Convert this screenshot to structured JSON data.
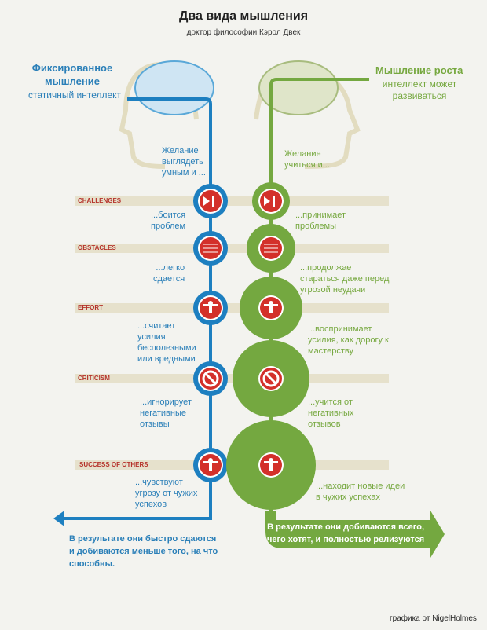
{
  "header": {
    "title": "Два вида мышления",
    "subtitle": "доктор философии Кэрол Двек"
  },
  "fixed": {
    "title_line1": "Фиксированное",
    "title_line2": "мышление",
    "desc": "статичный интеллект",
    "intro": [
      "Желание",
      "выглядеть",
      "умным и ..."
    ],
    "responses": [
      [
        "...боится",
        "проблем"
      ],
      [
        "...легко",
        "сдается"
      ],
      [
        "...считает",
        "усилия",
        "бесполезными",
        "или вредными"
      ],
      [
        "...игнорирует",
        "негативные",
        "отзывы"
      ],
      [
        "...чувствуют",
        "угрозу от чужих",
        "успехов"
      ]
    ],
    "result": [
      "В результате они быстро сдаются",
      "и добиваются меньше того, на что",
      "способны."
    ]
  },
  "growth": {
    "title": "Мышление роста",
    "desc_line1": "интеллект может",
    "desc_line2": "развиваться",
    "intro": [
      "Желание",
      "учиться и..."
    ],
    "responses": [
      [
        "...принимает",
        "проблемы"
      ],
      [
        "...продолжает",
        "стараться даже перед",
        "угрозой неудачи"
      ],
      [
        "...воспринимает",
        "усилия, как дорогу к",
        "мастерству"
      ],
      [
        "...учится от",
        "негативных",
        "отзывов"
      ],
      [
        "...находит новые идеи",
        "в чужих успехах"
      ]
    ],
    "result": [
      "В результате они добиваются всего,",
      "чего хотят, и полностью релизуются"
    ]
  },
  "categories": [
    "CHALLENGES",
    "OBSTACLES",
    "EFFORT",
    "CRITICISM",
    "SUCCESS OF OTHERS"
  ],
  "credit": "графика от NigelHolmes",
  "colors": {
    "blue": "#1d7fc0",
    "green": "#74a840",
    "red": "#d3302a",
    "band": "#e6e1cc"
  }
}
